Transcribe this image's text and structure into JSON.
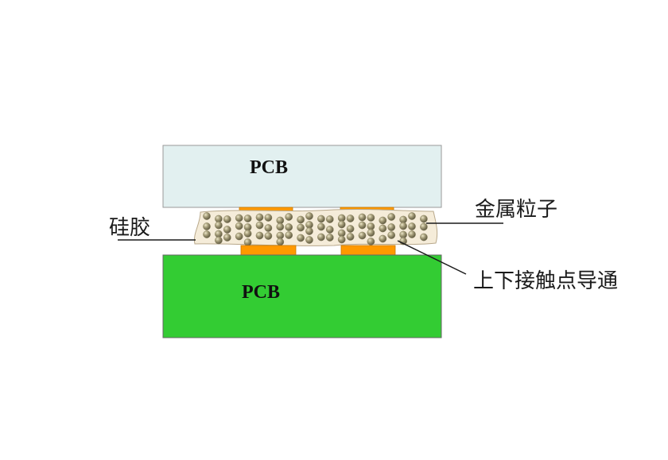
{
  "diagram": {
    "top_board": {
      "label": "PCB",
      "fill": "#e2f0f0",
      "stroke": "#999999"
    },
    "bottom_board": {
      "label": "PCB",
      "fill": "#33cc33",
      "stroke": "#666666"
    },
    "pad_color": "#ff9900",
    "adhesive_fill": "#f5ecd9",
    "particle_color": "#8d8563",
    "labels": {
      "silicone": "硅胶",
      "metal_particles": "金属粒子",
      "conduction": "上下接触点导通"
    },
    "leader_color": "#1a1a1a"
  }
}
